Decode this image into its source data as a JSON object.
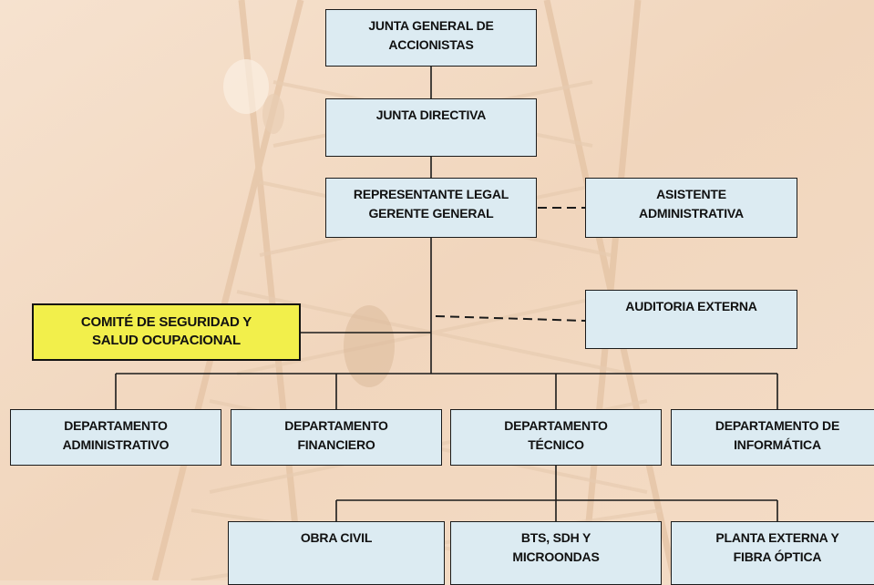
{
  "org_chart": {
    "junta_general": [
      "JUNTA GENERAL DE",
      "ACCIONISTAS"
    ],
    "junta_directiva": [
      "JUNTA DIRECTIVA"
    ],
    "gerente": [
      "REPRESENTANTE LEGAL",
      "GERENTE GENERAL"
    ],
    "asistente": [
      "ASISTENTE",
      "ADMINISTRATIVA"
    ],
    "auditoria": [
      "AUDITORIA EXTERNA"
    ],
    "comite": [
      "COMITÉ  DE SEGURIDAD Y",
      "SALUD OCUPACIONAL"
    ],
    "departamentos": [
      [
        "DEPARTAMENTO",
        "ADMINISTRATIVO"
      ],
      [
        "DEPARTAMENTO",
        "FINANCIERO"
      ],
      [
        "DEPARTAMENTO",
        "TÉCNICO"
      ],
      [
        "DEPARTAMENTO DE",
        "INFORMÁTICA"
      ]
    ],
    "tecnico_areas": [
      [
        "OBRA CIVIL"
      ],
      [
        "BTS, SDH Y",
        "MICROONDAS"
      ],
      [
        "PLANTA EXTERNA Y",
        "FIBRA ÓPTICA"
      ]
    ]
  },
  "colors": {
    "box_fill": "#dcebf2",
    "highlight_fill": "#f2ef4b",
    "background": "#f3dcc7",
    "line": "#1b1b1b"
  }
}
